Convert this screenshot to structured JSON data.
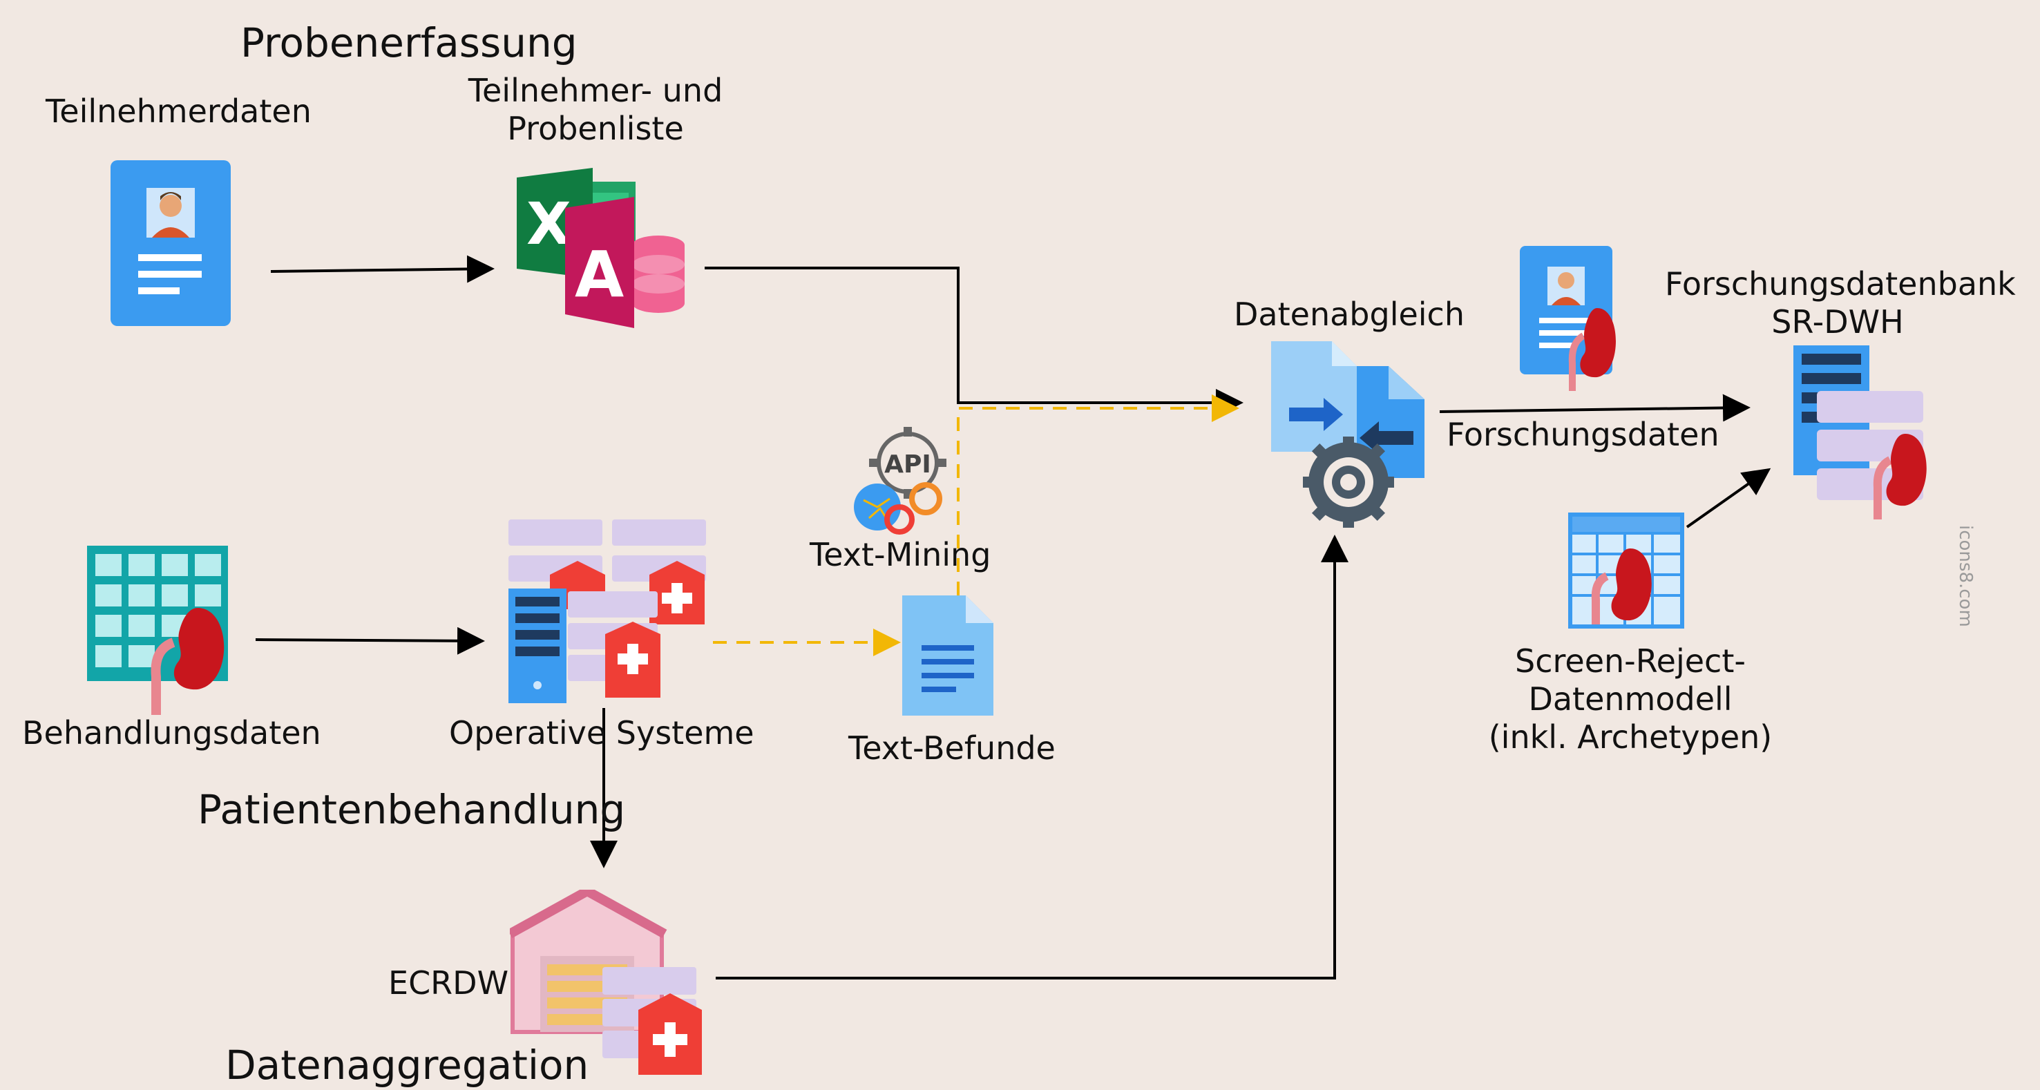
{
  "sections": {
    "probenerfassung": "Probenerfassung",
    "patientenbehandlung": "Patientenbehandlung",
    "datenaggregation": "Datenaggregation"
  },
  "nodes": {
    "teilnehmerdaten": "Teilnehmerdaten",
    "liste_line1": "Teilnehmer- und",
    "liste_line2": "Probenliste",
    "behandlungsdaten": "Behandlungsdaten",
    "operative": "Operative Systeme",
    "text_mining": "Text-Mining",
    "text_befunde": "Text-Befunde",
    "datenabgleich": "Datenabgleich",
    "forschungsdaten": "Forschungsdaten",
    "fdb_line1": "Forschungsdatenbank",
    "fdb_line2": "SR-DWH",
    "srm_line1": "Screen-Reject-",
    "srm_line2": "Datenmodell",
    "srm_line3": "(inkl. Archetypen)",
    "ecrdw": "ECRDW"
  },
  "watermark": "icons8.com",
  "icons": {
    "api_text": "API",
    "excel_letter": "X",
    "access_letter": "A"
  },
  "colors": {
    "background": "#F1E8E2",
    "arrow": "#000000",
    "dashed": "#F2B705",
    "blue": "#3B9BF0",
    "kidney": "#C8161D",
    "lavender": "#D8CCEC",
    "red_plus": "#EF3E36"
  }
}
